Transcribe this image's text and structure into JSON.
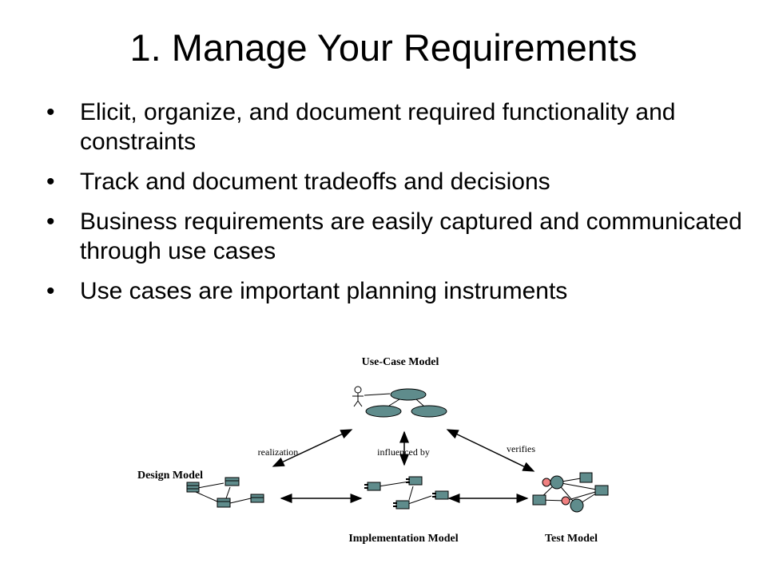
{
  "slide": {
    "title": "1. Manage Your Requirements",
    "bullets": [
      "Elicit, organize, and document required functionality and constraints",
      "Track and document tradeoffs and decisions",
      "Business requirements are easily captured and communicated through use cases",
      "Use cases are important planning instruments"
    ]
  },
  "diagram": {
    "use_case_model": "Use-Case Model",
    "design_model": "Design Model",
    "implementation_model": "Implementation Model",
    "test_model": "Test Model",
    "edge_realization": "realization",
    "edge_influenced_by": "influenced by",
    "edge_verifies": "verifies"
  },
  "colors": {
    "node_fill": "#5f8c8c",
    "test_pink": "#f08080",
    "line": "#000000"
  }
}
